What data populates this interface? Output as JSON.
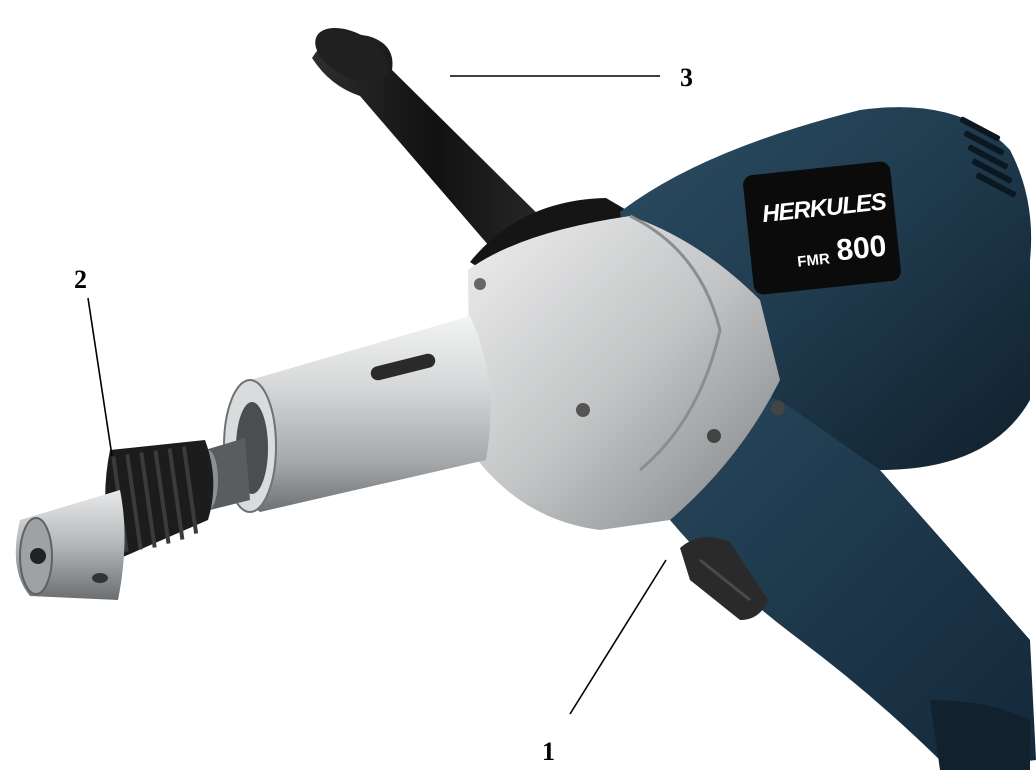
{
  "figure": {
    "subject": "Hand drill with auxiliary handle",
    "callouts": [
      {
        "id": "1",
        "label": "1"
      },
      {
        "id": "2",
        "label": "2"
      },
      {
        "id": "3",
        "label": "3"
      }
    ]
  },
  "branding": {
    "brand": "HERKULES",
    "model_prefix": "FMR",
    "model_number": "800"
  },
  "colors": {
    "body_blue": "#1f3a4d",
    "body_blue_dark": "#13242f",
    "metal_silver": "#c9cbcc",
    "metal_shadow": "#8f9395",
    "rubber_black": "#1a1a1a",
    "line": "#000000"
  }
}
